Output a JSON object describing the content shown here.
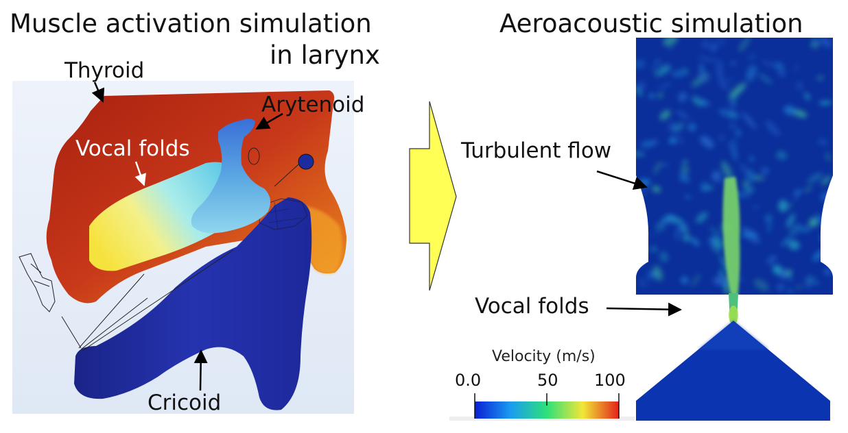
{
  "left_panel": {
    "title_line1": "Muscle activation simulation",
    "title_line2": "in larynx",
    "labels": {
      "thyroid": "Thyroid",
      "arytenoid": "Arytenoid",
      "vocal_folds": "Vocal folds",
      "cricoid": "Cricoid"
    }
  },
  "right_panel": {
    "title": "Aeroacoustic simulation",
    "labels": {
      "turbulent_flow": "Turbulent flow",
      "vocal_folds": "Vocal folds"
    },
    "colorbar": {
      "title": "Velocity (m/s)",
      "ticks": [
        "0.0",
        "50",
        "100"
      ]
    }
  },
  "colors": {
    "arrow_fill": "#ffff55",
    "cricoid": "#1f2a9e",
    "thyroid": "#c0341a",
    "flow_background": "#0b2f9a"
  }
}
